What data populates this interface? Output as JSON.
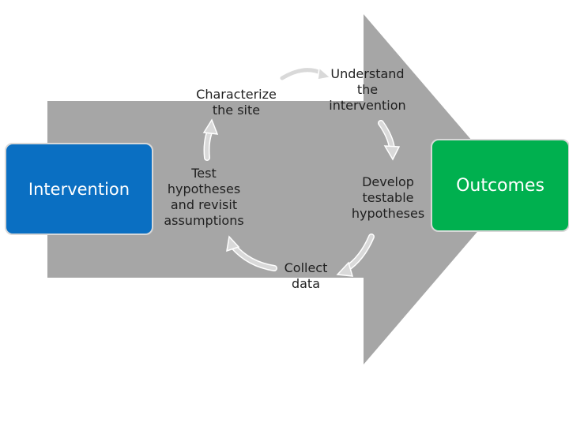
{
  "diagram": {
    "input_box": {
      "label": "Intervention",
      "color": "#0a6fc2"
    },
    "output_box": {
      "label": "Outcomes",
      "color": "#00b04f"
    },
    "arrow_color": "#a6a6a6",
    "cycle_arrow_color": "#d9d9d9",
    "cycle_steps": [
      {
        "label": "Characterize\nthe site"
      },
      {
        "label": "Understand\nthe\nintervention"
      },
      {
        "label": "Develop\ntestable\nhypotheses"
      },
      {
        "label": "Collect\ndata"
      },
      {
        "label": "Test\nhypotheses\nand revisit\nassumptions"
      }
    ]
  }
}
